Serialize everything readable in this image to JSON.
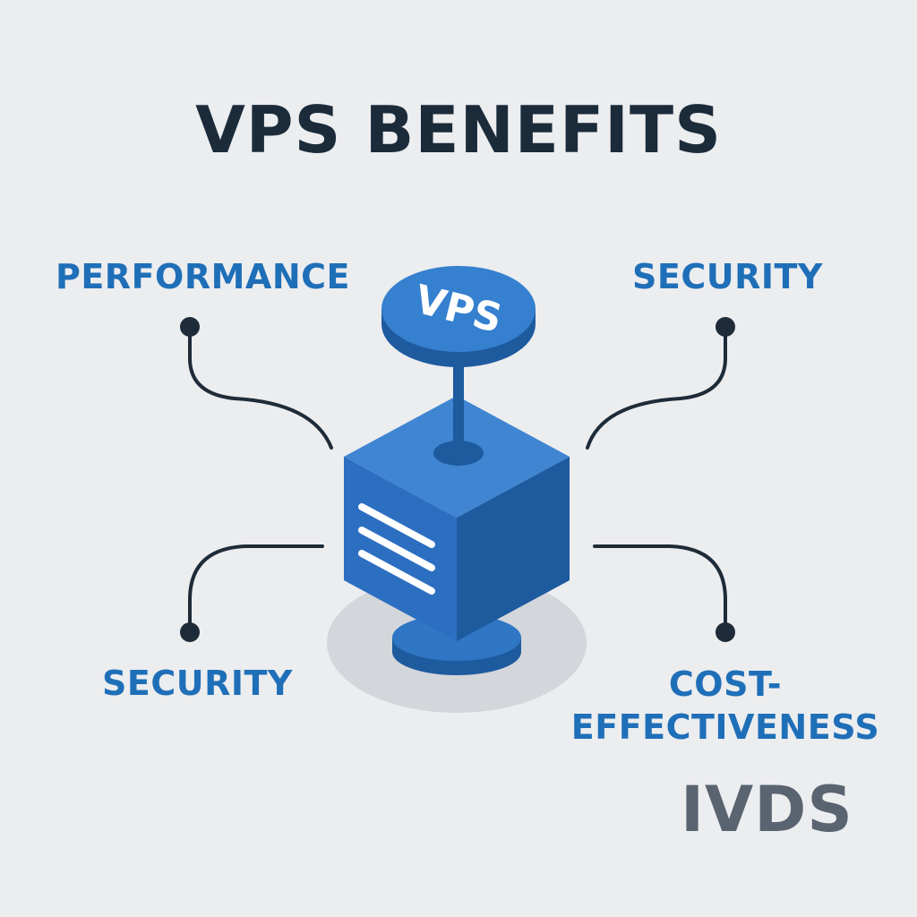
{
  "title": "VPS BENEFITS",
  "center": {
    "badge_text": "VPS"
  },
  "benefits": {
    "top_left": "PERFORMANCE",
    "top_right": "SECURITY",
    "bottom_left": "SECURITY",
    "bottom_right_line1": "COST-",
    "bottom_right_line2": "EFFECTIVENESS"
  },
  "brand": "IVDS",
  "colors": {
    "background": "#ECEDEF",
    "title": "#1B2B3A",
    "accent_blue": "#1F6FB8",
    "server_front": "#2C6FC1",
    "server_side": "#1E5A9E",
    "server_top": "#3F85D2",
    "connector": "#1E2B38",
    "brand_gray": "#5A6370"
  },
  "icons": {
    "center": "server-cube-icon",
    "badge": "vps-badge-icon"
  }
}
